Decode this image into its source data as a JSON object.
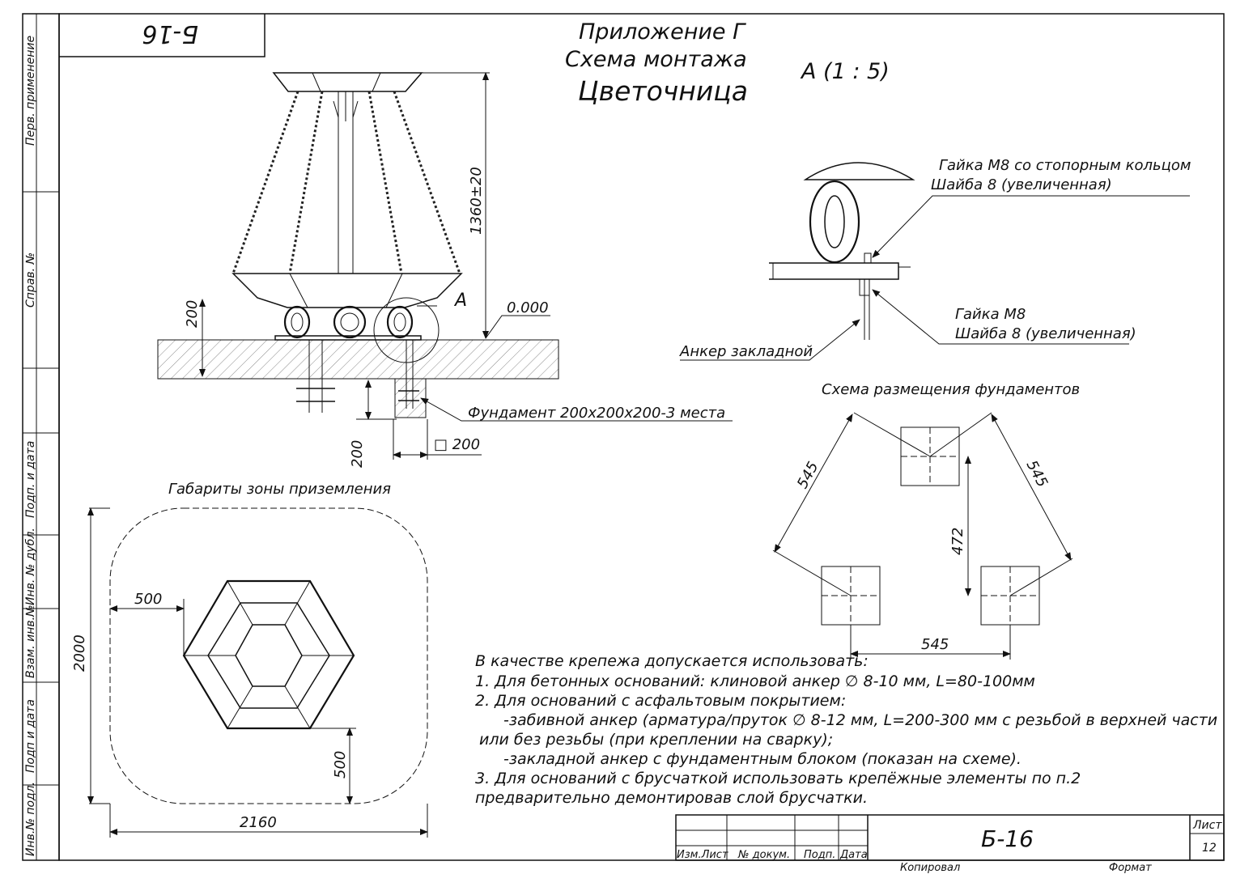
{
  "sheet": {
    "code_rotated": "Б-16",
    "appendix": "Приложение Г",
    "scheme": "Схема монтажа",
    "product": "Цветочница",
    "view_a": "А (1 : 5)"
  },
  "side_stamp": {
    "perv_primenenie": "Перв. применение",
    "sprav_no": "Справ. №",
    "podp_i_data_1": "Подп. и дата",
    "inv_no_dubl": "Инв. № дубл.",
    "vzam_inv_no": "Взам. инв.№",
    "podp_i_data_2": "Подп и дата",
    "inv_no_podl": "Инв.№ подл."
  },
  "elevation": {
    "height_dim": "1360±20",
    "base_dim": "200",
    "zero_mark": "0.000",
    "callout_a": "А",
    "foundation_label": "Фундамент 200х200х200-3 места",
    "foundation_depth": "200",
    "foundation_width": "□ 200"
  },
  "detail_a": {
    "nut_top_1": "Гайка М8 со стопорным кольцом",
    "nut_top_2": "Шайба 8 (увеличенная)",
    "nut_bottom_1": "Гайка М8",
    "nut_bottom_2": "Шайба 8 (увеличенная)",
    "anchor": "Анкер закладной"
  },
  "plan": {
    "title": "Габариты зоны приземления",
    "offset_left": "500",
    "offset_bottom": "500",
    "height": "2000",
    "width": "2160"
  },
  "foundation_scheme": {
    "title": "Схема размещения фундаментов",
    "side_left": "545",
    "side_right": "545",
    "side_bottom": "545",
    "height": "472"
  },
  "notes": {
    "l1": "В качестве крепежа допускается использовать:",
    "l2": "1.    Для бетонных оснований: клиновой анкер ∅ 8-10 мм, L=80-100мм",
    "l3": "2.    Для оснований с асфальтовым покрытием:",
    "l4": "-забивной анкер (арматура/пруток ∅ 8-12 мм, L=200-300 мм с резьбой в верхней части",
    "l5": "или без резьбы (при креплении на сварку);",
    "l6": "-закладной анкер с фундаментным блоком (показан на схеме).",
    "l7": "3. Для оснований с брусчаткой использовать крепёжные элементы по п.2",
    "l8": "предварительно демонтировав слой брусчатки."
  },
  "title_block": {
    "izm_list": "Изм.Лист",
    "no_dokum": "№ докум.",
    "podp": "Подп.",
    "data": "Дата",
    "designation": "Б-16",
    "list_label": "Лист",
    "list_no": "12",
    "kopiroval": "Копировал",
    "format": "Формат"
  }
}
